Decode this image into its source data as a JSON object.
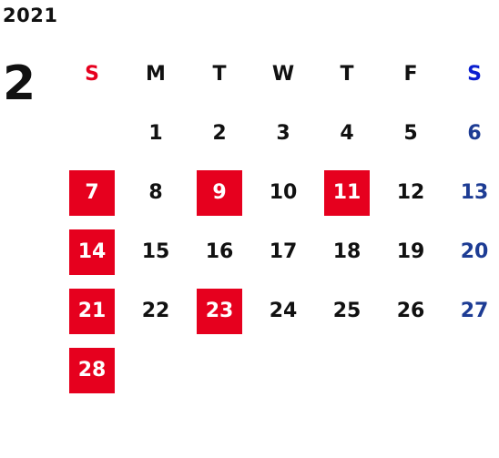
{
  "calendar": {
    "year": "2021",
    "month": "2",
    "weekdays": [
      "S",
      "M",
      "T",
      "W",
      "T",
      "F",
      "S"
    ],
    "weeks": [
      [
        "",
        "1",
        "2",
        "3",
        "4",
        "5",
        "6"
      ],
      [
        "7",
        "8",
        "9",
        "10",
        "11",
        "12",
        "13"
      ],
      [
        "14",
        "15",
        "16",
        "17",
        "18",
        "19",
        "20"
      ],
      [
        "21",
        "22",
        "23",
        "24",
        "25",
        "26",
        "27"
      ],
      [
        "28",
        "",
        "",
        "",
        "",
        "",
        ""
      ]
    ],
    "highlighted_days": [
      "7",
      "9",
      "11",
      "14",
      "21",
      "23",
      "28"
    ]
  },
  "colors": {
    "holiday_background": "#e6001e",
    "sunday_header": "#e6001e",
    "saturday_header": "#0b1fd0",
    "saturday_numbers": "#1d3c94",
    "text": "#111111"
  }
}
